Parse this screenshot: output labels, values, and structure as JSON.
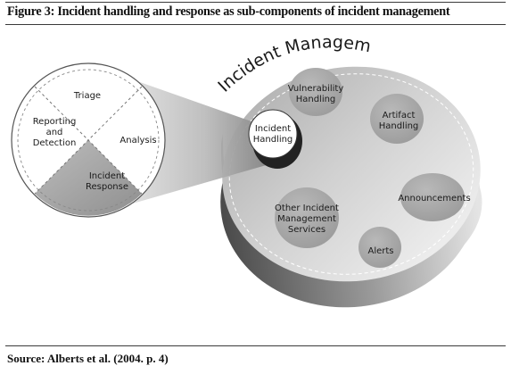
{
  "figure": {
    "title": "Figure 3: Incident handling and response as sub-components of incident management",
    "source": "Source: Alberts et al. (2004. p. 4)"
  },
  "diagram": {
    "arc_title": "Incident Management",
    "left_circle": {
      "triage": "Triage",
      "reporting": [
        "Reporting",
        "and",
        "Detection"
      ],
      "analysis": "Analysis",
      "incident_response": [
        "Incident",
        "Response"
      ]
    },
    "disk": {
      "incident_handling": [
        "Incident",
        "Handling"
      ],
      "vulnerability_handling": [
        "Vulnerability",
        "Handling"
      ],
      "artifact_handling": [
        "Artifact",
        "Handling"
      ],
      "announcements": "Announcements",
      "alerts": "Alerts",
      "other_services": [
        "Other Incident",
        "Management",
        "Services"
      ]
    }
  }
}
